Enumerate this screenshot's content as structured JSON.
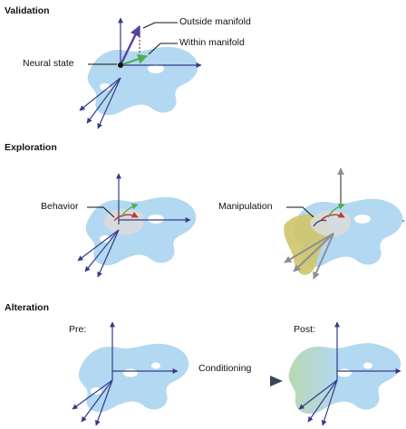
{
  "sections": {
    "validation": {
      "title": "Validation",
      "labels": {
        "outside": "Outside manifold",
        "within": "Within manifold",
        "neural_state": "Neural state"
      }
    },
    "exploration": {
      "title": "Exploration",
      "labels": {
        "behavior": "Behavior",
        "manipulation": "Manipulation"
      }
    },
    "alteration": {
      "title": "Alteration",
      "labels": {
        "pre": "Pre:",
        "post": "Post:",
        "conditioning": "Conditioning"
      }
    }
  },
  "colors": {
    "manifold": "#b3d8f1",
    "axis": "#343b87",
    "outside_arrow": "#5b3fa0",
    "within_arrow": "#4caf50",
    "perturbation": "#cfc56a",
    "manipulation_axis": "#8f8f8f",
    "conditioning_arrow": "#3b4358",
    "post_tint": "#b9d9b1"
  }
}
